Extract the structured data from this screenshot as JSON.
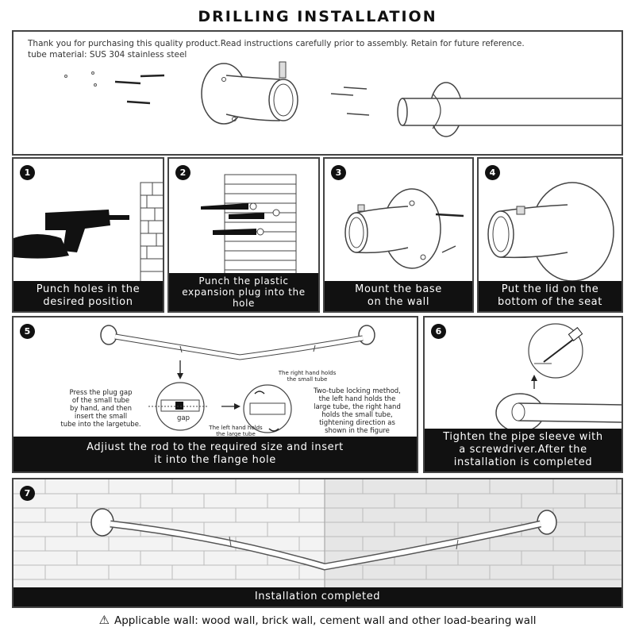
{
  "title": "DRILLING INSTALLATION",
  "intro": {
    "line1": "Thank you for purchasing this quality product.Read instructions carefully prior to assembly. Retain for future reference.",
    "line2": "tube material: SUS 304 stainless steel"
  },
  "steps": [
    {
      "number": "1",
      "caption_line1": "Punch holes in the",
      "caption_line2": "desired position"
    },
    {
      "number": "2",
      "caption_line1": "Punch the plastic",
      "caption_line2": "expansion plug into the hole"
    },
    {
      "number": "3",
      "caption_line1": "Mount the base",
      "caption_line2": "on the wall"
    },
    {
      "number": "4",
      "caption_line1": "Put the lid on the",
      "caption_line2": "bottom of the seat"
    },
    {
      "number": "5",
      "caption_line1": "Adjiust the rod to the required size and insert",
      "caption_line2": "it into the flange hole"
    },
    {
      "number": "6",
      "caption_line1": "Tighten the pipe sleeve with",
      "caption_line2": "a screwdriver.After the",
      "caption_line3": "installation is completed"
    },
    {
      "number": "7",
      "caption_line1": "Installation completed"
    }
  ],
  "step5_notes": {
    "left_lines": [
      "Press the plug gap",
      "of the small tube",
      "by hand, and then",
      "insert the small",
      "tube into the largetube."
    ],
    "gap_label": "gap",
    "right_hand": [
      "The right hand holds",
      "the small tube"
    ],
    "left_hand": [
      "The left hand holds",
      "the large tube"
    ],
    "method_lines": [
      "Two-tube locking method,",
      "the left hand holds the",
      "large tube, the right hand",
      "holds the small tube,",
      "tightening direction as",
      "shown in the figure"
    ]
  },
  "footer": {
    "warning_icon": "warning-triangle-icon",
    "text": "Applicable wall: wood wall, brick wall, cement wall and other load-bearing wall"
  }
}
